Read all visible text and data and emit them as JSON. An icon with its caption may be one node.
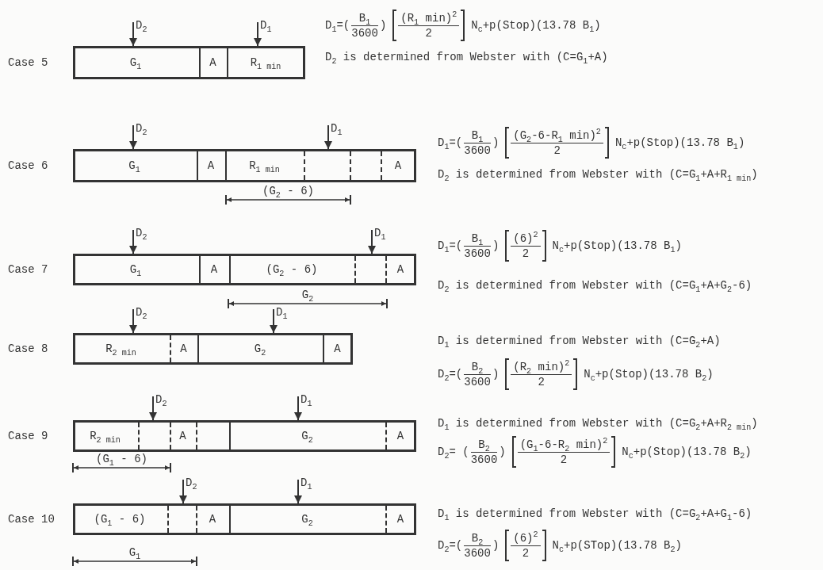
{
  "diagram": {
    "nodes": [
      {
        "text": [],
        "shape": "bar",
        "beside": [
          "Case 5"
        ]
      },
      {
        "text": [
          "G$_{1}$"
        ],
        "in": 0
      },
      {
        "text": [
          "A"
        ],
        "in": 0
      },
      {
        "text": [
          "R$_{1 min}$"
        ],
        "in": 0
      },
      {
        "text": [],
        "shape": "bar",
        "beside": [
          "Case 6"
        ]
      },
      {
        "text": [
          "G$_{1}$"
        ],
        "in": 4
      },
      {
        "text": [
          "A"
        ],
        "in": 4
      },
      {
        "text": [
          "R$_{1 min}$"
        ],
        "in": 4
      },
      {
        "text": [
          "A"
        ],
        "in": 4
      },
      {
        "text": [],
        "shape": "bar",
        "beside": [
          "Case 7"
        ]
      },
      {
        "text": [
          "G$_{1}$"
        ],
        "in": 9
      },
      {
        "text": [
          "A"
        ],
        "in": 9
      },
      {
        "text": [
          "(G$_{2}$ - 6)"
        ],
        "in": 9
      },
      {
        "text": [
          "A"
        ],
        "in": 9
      },
      {
        "text": [],
        "shape": "bar",
        "beside": [
          "Case 8"
        ]
      },
      {
        "text": [
          "R$_{2 min}$"
        ],
        "in": 14
      },
      {
        "text": [
          "A"
        ],
        "in": 14
      },
      {
        "text": [
          "G$_{2}$"
        ],
        "in": 14
      },
      {
        "text": [
          "A"
        ],
        "in": 14
      },
      {
        "text": [],
        "shape": "bar",
        "beside": [
          "Case 9"
        ]
      },
      {
        "text": [
          "R$_{2 min}$"
        ],
        "in": 19
      },
      {
        "text": [
          "A"
        ],
        "in": 19
      },
      {
        "text": [
          "G$_{2}$"
        ],
        "in": 19
      },
      {
        "text": [
          "A"
        ],
        "in": 19
      },
      {
        "text": [],
        "shape": "bar",
        "beside": [
          "Case 10"
        ]
      },
      {
        "text": [
          "(G$_{1}$ - 6)"
        ],
        "in": 24
      },
      {
        "text": [
          "A"
        ],
        "in": 24
      },
      {
        "text": [
          "G$_{2}$"
        ],
        "in": 24
      },
      {
        "text": [
          "A"
        ],
        "in": 24
      }
    ],
    "edges": [
      {
        "from": null,
        "to": 0,
        "arrow": "to",
        "label": "D$_{2}$"
      },
      {
        "from": null,
        "to": 0,
        "arrow": "to",
        "label": "D$_{1}$"
      },
      {
        "from": null,
        "to": 4,
        "arrow": "to",
        "label": "D$_{2}$"
      },
      {
        "from": null,
        "to": 4,
        "arrow": "to",
        "label": "D$_{1}$"
      },
      {
        "from": null,
        "to": 9,
        "arrow": "to",
        "label": "D$_{2}$"
      },
      {
        "from": null,
        "to": 9,
        "arrow": "to",
        "label": "D$_{1}$"
      },
      {
        "from": null,
        "to": 14,
        "arrow": "to",
        "label": "D$_{2}$"
      },
      {
        "from": null,
        "to": 14,
        "arrow": "to",
        "label": "D$_{1}$"
      },
      {
        "from": null,
        "to": 19,
        "arrow": "to",
        "label": "D$_{2}$"
      },
      {
        "from": null,
        "to": 19,
        "arrow": "to",
        "label": "D$_{1}$"
      },
      {
        "from": null,
        "to": 24,
        "arrow": "to",
        "label": "D$_{2}$"
      },
      {
        "from": null,
        "to": 24,
        "arrow": "to",
        "label": "D$_{1}$"
      }
    ],
    "labels": [
      "D$_{1}$=(",
      "B$_{1}$",
      "3600",
      ")",
      "(R$_{1}$ min)$^{2}$",
      "2",
      "N$_{c}$+p(Stop)(13.78 B$_{1}$)",
      "D$_{2}$ is determined from Webster with (C=G$_{1}$+A)",
      "D$_{1}$=(",
      "B$_{1}$",
      "3600",
      ")",
      "(G$_{2}$-6-R$_{1}$ min)$^{2}$",
      "2",
      "N$_{c}$+p(Stop)(13.78 B$_{1}$)",
      "D$_{2}$ is determined from Webster with (C=G$_{1}$+A+R$_{1 min}$)",
      "(G$_{2}$ - 6)",
      "D$_{1}$=(",
      "B$_{1}$",
      "3600",
      ")",
      "(6)$^{2}$",
      "2",
      "N$_{c}$+p(Stop)(13.78 B$_{1}$)",
      "D$_{2}$ is determined from Webster with (C=G$_{1}$+A+G$_{2}$-6)",
      "G$_{2}$",
      "D$_{1}$ is determined from Webster with (C=G$_{2}$+A)",
      "D$_{2}$=(",
      "B$_{2}$",
      "3600",
      ")",
      "(R$_{2}$ min)$^{2}$",
      "2",
      "N$_{c}$+p(Stop)(13.78 B$_{2}$)",
      "D$_{1}$ is determined from Webster with (C=G$_{2}$+A+R$_{2 min}$)",
      "D$_{2}$= (",
      "B$_{2}$",
      "3600",
      ")",
      "(G$_{1}$-6-R$_{2}$ min)$^{2}$",
      "2",
      "N$_{c}$+p(Stop)(13.78 B$_{2}$)",
      "(G$_{1}$ - 6)",
      "D$_{1}$ is determined from Webster with (C=G$_{2}$+A+G$_{1}$-6)",
      "D$_{2}$=(",
      "B$_{2}$",
      "3600",
      ")",
      "(6)$^{2}$",
      "2",
      "N$_{c}$+p(STop)(13.78 B$_{2}$)",
      "G$_{1}$"
    ]
  }
}
